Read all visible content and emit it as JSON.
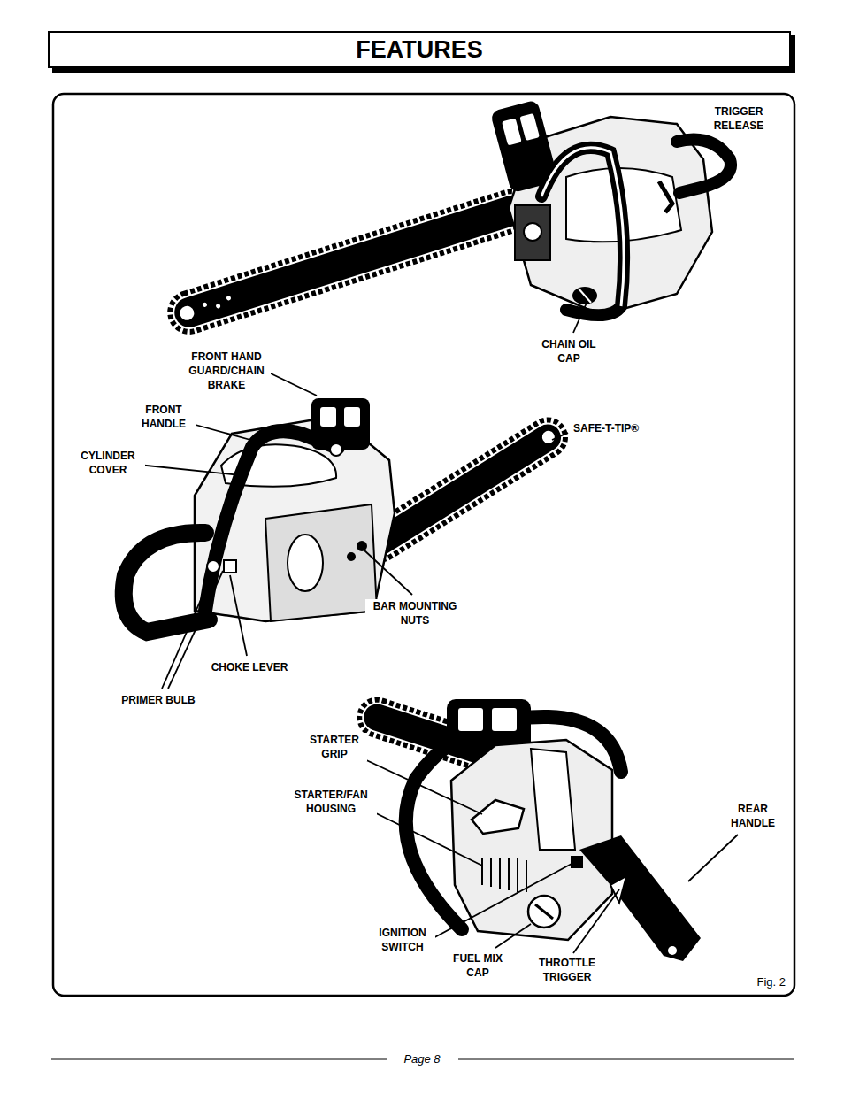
{
  "diagram": {
    "title": "FEATURES",
    "caption": "Fig. 2",
    "labels": [
      "TRIGGER RELEASE",
      "CHAIN OIL CAP",
      "FRONT HAND GUARD/CHAIN BRAKE",
      "FRONT HANDLE",
      "CYLINDER COVER",
      "SAFE-T-TIP®",
      "BAR MOUNTING NUTS",
      "CHOKE LEVER",
      "PRIMER BULB",
      "STARTER GRIP",
      "STARTER/FAN HOUSING",
      "REAR HANDLE",
      "IGNITION SWITCH",
      "FUEL MIX CAP",
      "THROTTLE TRIGGER",
      "Page 8"
    ]
  }
}
